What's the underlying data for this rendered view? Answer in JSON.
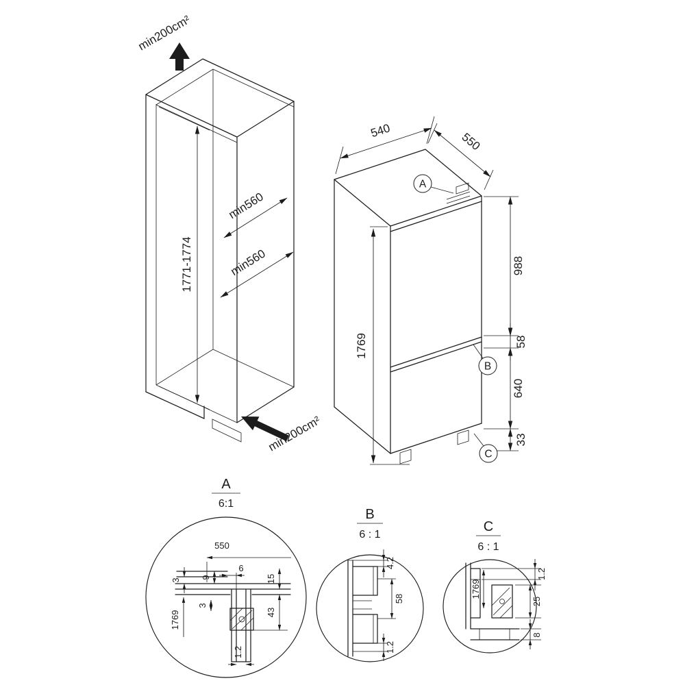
{
  "drawing": {
    "niche": {
      "vent_top": "min200cm²",
      "vent_bottom": "min200cm²",
      "depth_upper": "min560",
      "depth_lower": "min560",
      "height_range": "1771-1774"
    },
    "appliance": {
      "width": "540",
      "depth": "550",
      "height": "1769",
      "dim_top_hinge": "988",
      "dim_door_gap": "58",
      "dim_lower": "640",
      "dim_base": "33",
      "marker_a": "A",
      "marker_b": "B",
      "marker_c": "C"
    },
    "detail_a": {
      "title": "A",
      "scale": "6:1",
      "d550": "550",
      "d3_top": "3",
      "d9": "9",
      "d6": "6",
      "d15": "15",
      "d1769": "1769",
      "d3_side": "3",
      "d43": "43",
      "d1_2": "1.2"
    },
    "detail_b": {
      "title": "B",
      "scale": "6 : 1",
      "d4_2": "4.2",
      "d58": "58",
      "d1_2": "1.2"
    },
    "detail_c": {
      "title": "C",
      "scale": "6 : 1",
      "d1769": "1769",
      "d1_2": "1.2",
      "d25": "25",
      "d8": "8"
    }
  }
}
